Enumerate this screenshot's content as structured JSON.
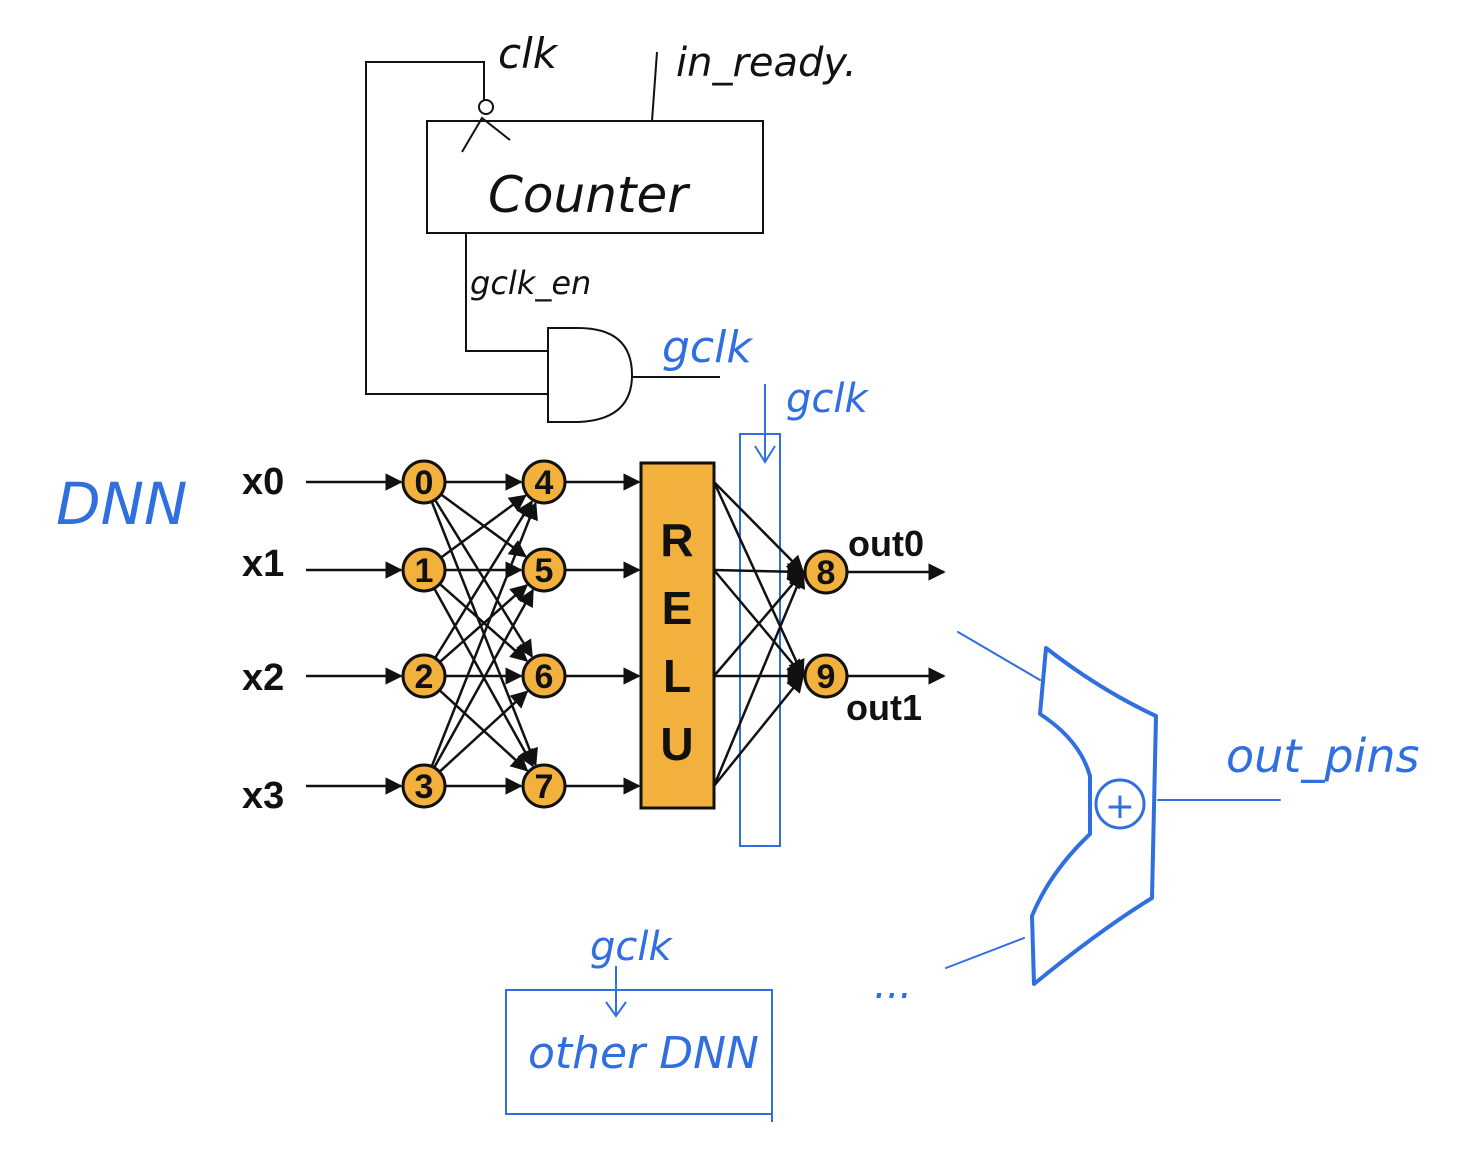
{
  "colors": {
    "ink": "#111111",
    "blue_ink": "#2f6fe0",
    "node_fill": "#f2b03c",
    "relu_fill": "#f2b03c"
  },
  "labels": {
    "clk": "clk",
    "in_ready": "in_ready.",
    "counter": "Counter",
    "gclk_en": "gclk_en",
    "gclk_gate_out": "gclk",
    "gclk_reg": "gclk",
    "gclk_other": "gclk",
    "dnn": "DNN",
    "relu_letters": [
      "R",
      "E",
      "L",
      "U"
    ],
    "out0": "out0",
    "out1": "out1",
    "out_pins": "out_pins",
    "other_dnn": "other DNN",
    "ellipsis": "...",
    "adder": "+"
  },
  "inputs": [
    "x0",
    "x1",
    "x2",
    "x3"
  ],
  "layer1": [
    "0",
    "1",
    "2",
    "3"
  ],
  "layer2": [
    "4",
    "5",
    "6",
    "7"
  ],
  "outputs": [
    "8",
    "9"
  ]
}
